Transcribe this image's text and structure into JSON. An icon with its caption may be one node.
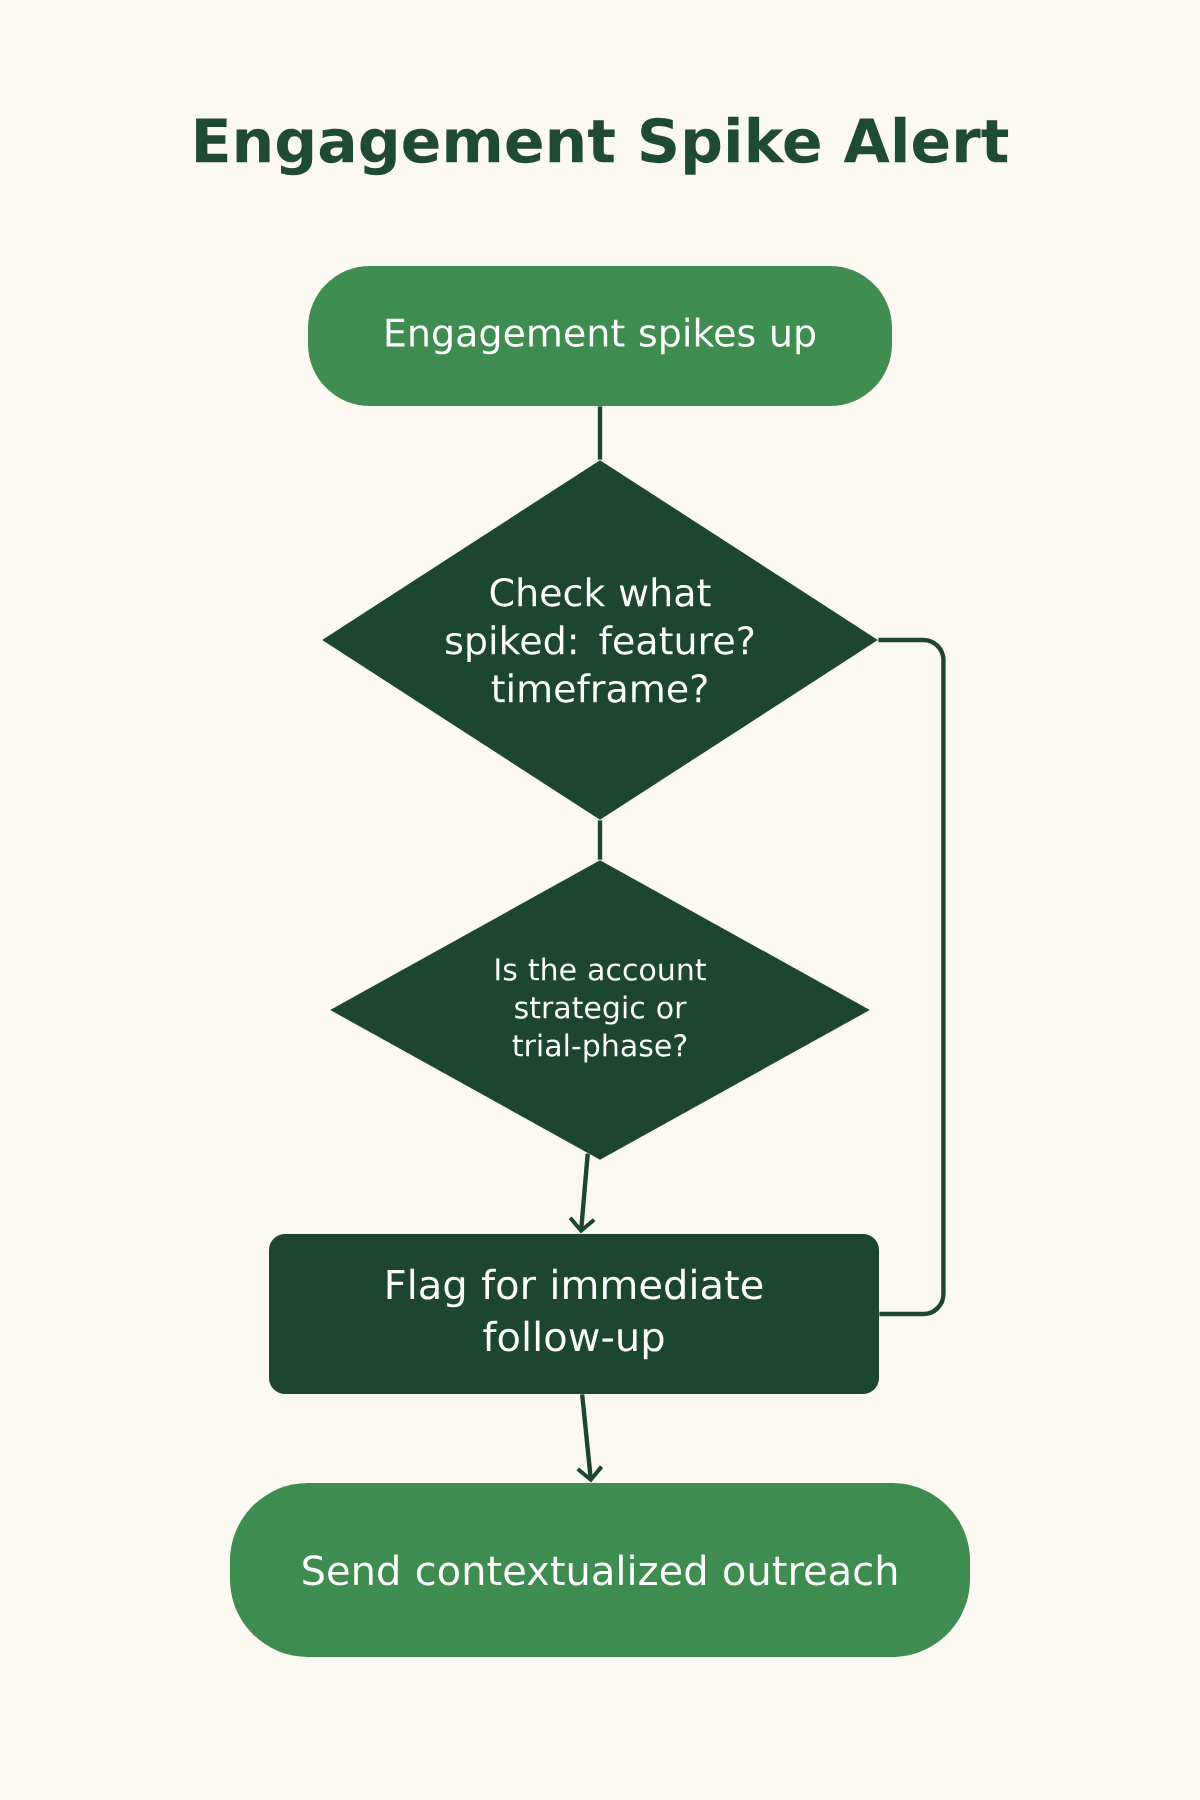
{
  "diagram": {
    "title": "Engagement Spike Alert",
    "nodes": [
      {
        "text": [
          "Engagement spikes up"
        ]
      },
      {
        "text": [
          "Check what spiked: feature? timeframe?"
        ]
      },
      {
        "text": [
          "Is the account strategic or trial-phase?"
        ]
      },
      {
        "text": [
          "Flag for immediate follow-up"
        ]
      },
      {
        "text": [
          "Send contextualized outreach"
        ]
      }
    ],
    "edges": [
      {
        "from": 0,
        "to": 1,
        "arrow": "none"
      },
      {
        "from": 1,
        "to": 2,
        "arrow": "none"
      },
      {
        "from": 2,
        "to": 3,
        "arrow": "to"
      },
      {
        "from": 3,
        "to": 4,
        "arrow": "to"
      },
      {
        "from": 1,
        "to": 3,
        "arrow": "none"
      }
    ]
  }
}
